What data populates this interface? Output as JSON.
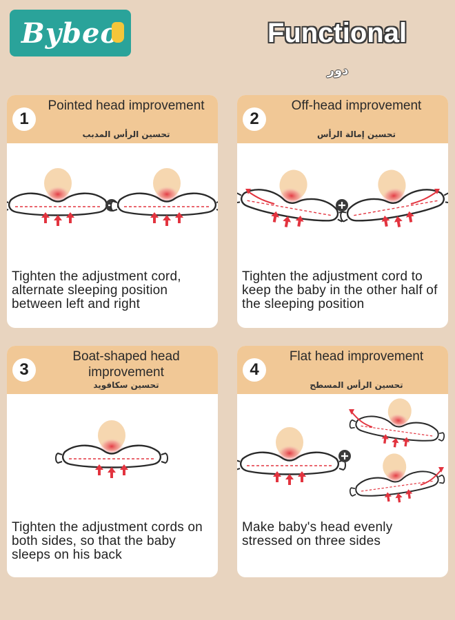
{
  "brand": {
    "logo_text": "Bybeo"
  },
  "header": {
    "title": "Functional",
    "subtitle_ar": "دور"
  },
  "cards": [
    {
      "number": "1",
      "title": "Pointed head improvement",
      "title_ar": "تحسين الرأس المدبب",
      "description": "Tighten the adjustment cord, alternate sleeping position between left and right"
    },
    {
      "number": "2",
      "title": "Off-head improvement",
      "title_ar": "تحسين إمالة الرأس",
      "description": "Tighten the adjustment cord to keep the baby in the other half of the sleeping position"
    },
    {
      "number": "3",
      "title": "Boat-shaped head improvement",
      "title_ar": "تحسين سكافويد",
      "description": "Tighten the adjustment cords on both sides, so that the baby sleeps on his back"
    },
    {
      "number": "4",
      "title": "Flat head improvement",
      "title_ar": "تحسين الرأس المسطح",
      "description": "Make baby's head evenly stressed on three sides"
    }
  ],
  "colors": {
    "background": "#e8d4bf",
    "header_band": "#f1c896",
    "logo_bg": "#2aa39a",
    "arrow_red": "#e2343f"
  }
}
